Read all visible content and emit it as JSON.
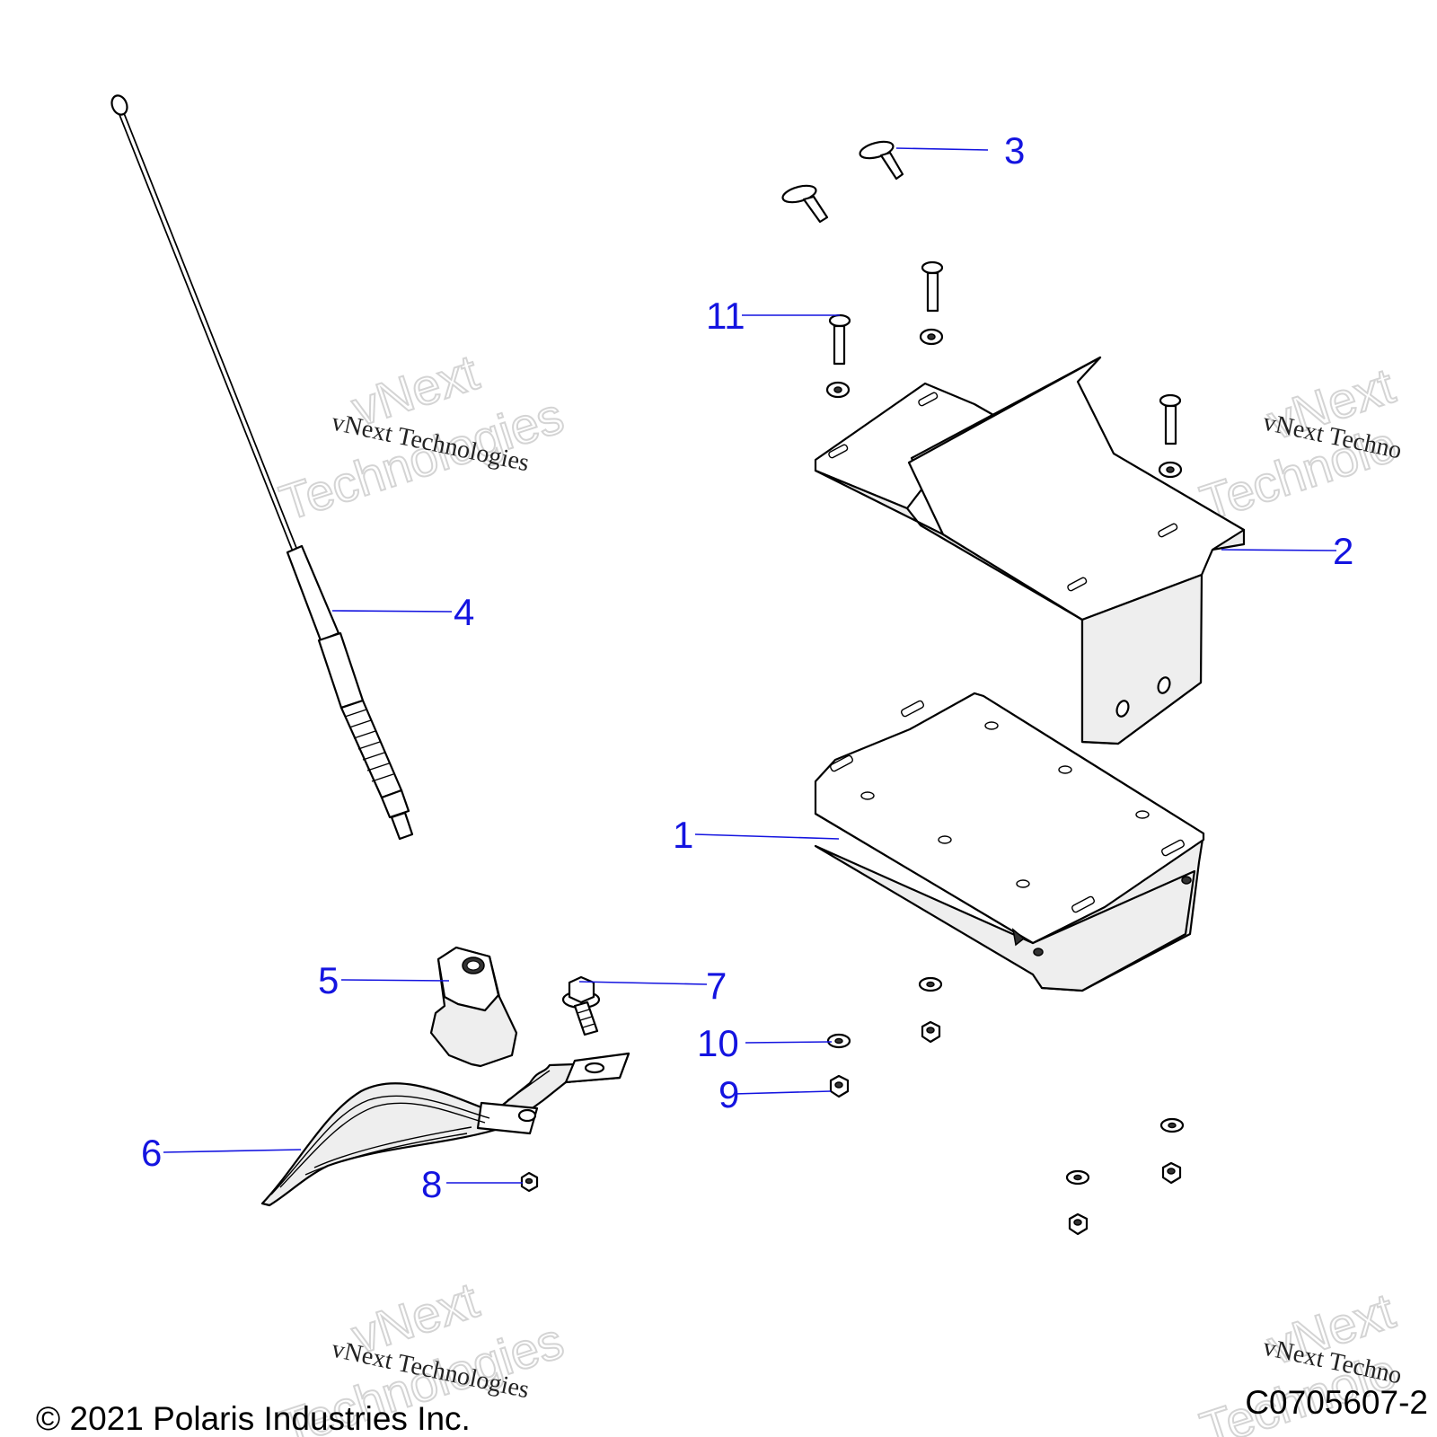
{
  "callouts": {
    "c1": "1",
    "c2": "2",
    "c3": "3",
    "c4": "4",
    "c5": "5",
    "c6": "6",
    "c7": "7",
    "c8": "8",
    "c9": "9",
    "c10": "10",
    "c11": "11"
  },
  "watermark": {
    "line_small": "vNext Technologies",
    "big_top": "vNext",
    "big_bottom": "Technologies",
    "right_small": "vNext Techno",
    "right_big_top": "vNext",
    "right_big_bottom": "Technolo"
  },
  "footer": {
    "copyright": "© 2021 Polaris Industries Inc.",
    "figure_code": "C0705607-2"
  },
  "colors": {
    "callout": "#1414e0",
    "line_art": "#000000",
    "background": "#ffffff"
  }
}
